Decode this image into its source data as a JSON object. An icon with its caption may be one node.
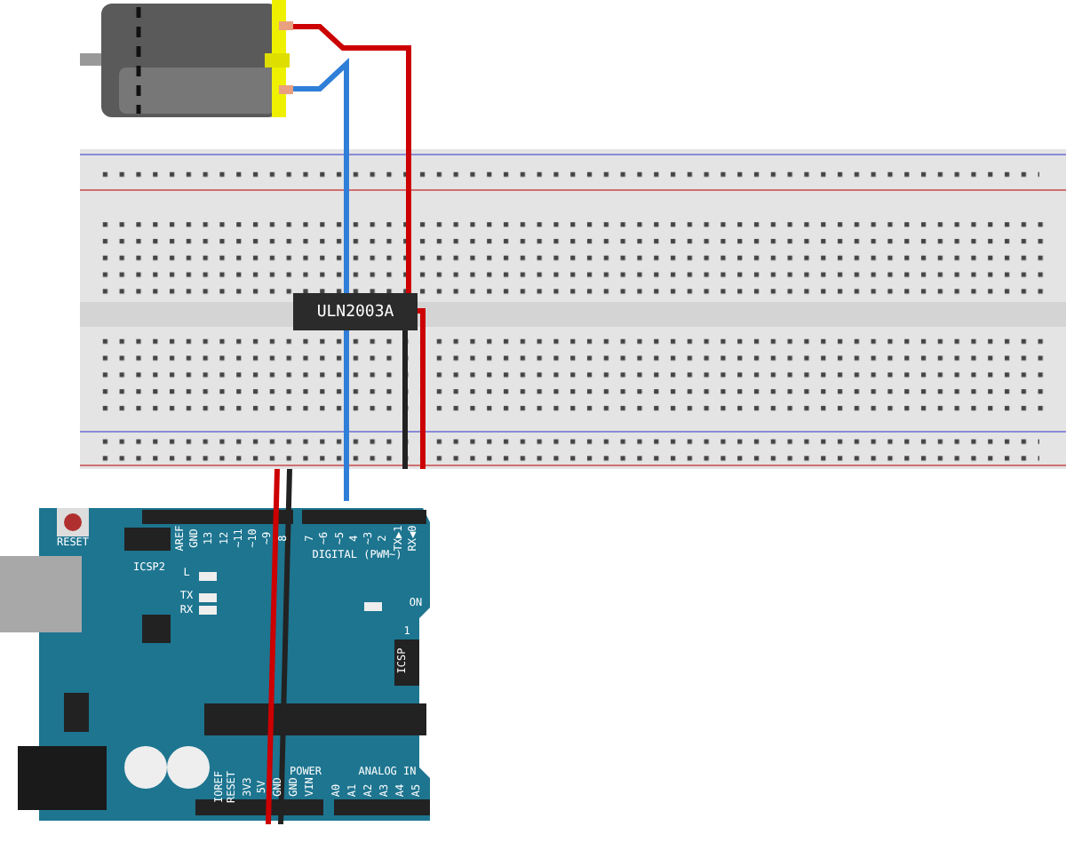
{
  "diagram": {
    "nodes": [
      {
        "text": [],
        "shape": "picture"
      },
      {
        "text": [],
        "shape": "box"
      },
      {
        "text": [
          "ULN2003A"
        ],
        "in": 1
      },
      {
        "text": [],
        "shape": "picture"
      }
    ],
    "edges": [
      {
        "from": 0,
        "to": 2,
        "arrow": "none",
        "color": "#cc0000"
      },
      {
        "from": 0,
        "to": 2,
        "arrow": "none",
        "color": "#2f7fd8"
      },
      {
        "from": 2,
        "to": 3,
        "arrow": "none",
        "color": "#2f7fd8"
      },
      {
        "from": 2,
        "to": 1,
        "arrow": "none",
        "color": "#cc0000"
      },
      {
        "from": 2,
        "to": 1,
        "arrow": "none",
        "color": "#222222"
      },
      {
        "from": 1,
        "to": 3,
        "arrow": "none",
        "color": "#cc0000"
      },
      {
        "from": 1,
        "to": 3,
        "arrow": "none",
        "color": "#222222"
      }
    ],
    "labels": [
      "RESET",
      "AREF",
      "GND",
      "13",
      "12",
      "~11",
      "~10",
      "~9",
      "8",
      "7",
      "~6",
      "~5",
      "4",
      "~3",
      "2",
      "TX▶1",
      "RX◀0",
      "ICSP2",
      "DIGITAL (PWM~)",
      "L",
      "TX",
      "RX",
      "ON",
      "1",
      "ICSP",
      "IOREF",
      "RESET",
      "3V3",
      "5V",
      "GND",
      "GND",
      "VIN",
      "POWER",
      "ANALOG IN",
      "A0",
      "A1",
      "A2",
      "A3",
      "A4",
      "A5"
    ]
  }
}
